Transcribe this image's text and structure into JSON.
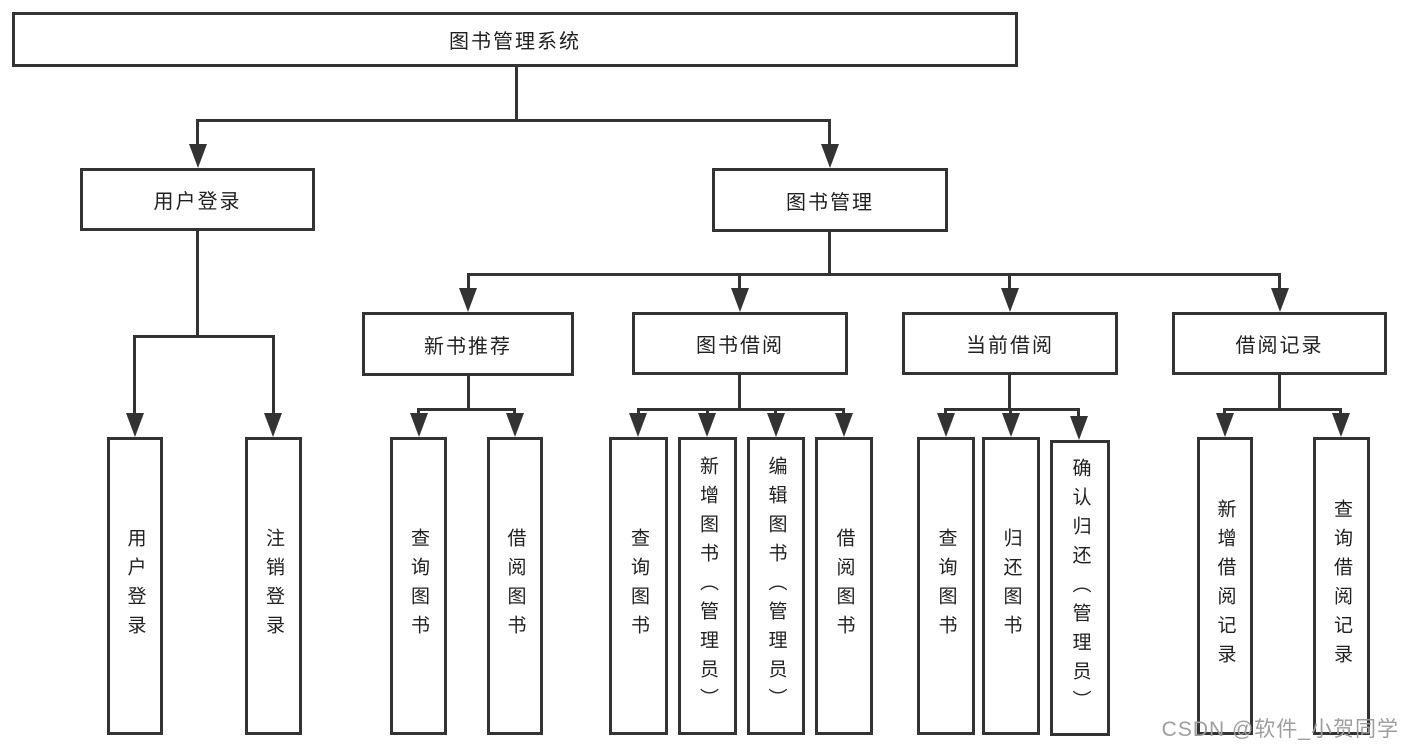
{
  "page": {
    "background": "#ffffff",
    "line_color": "#333333",
    "text_color": "#212121",
    "watermark": {
      "text": "CSDN @软件_小贺同学",
      "color": "#9e9e9e"
    }
  },
  "tree": {
    "root": {
      "id": "library-management-system",
      "label": "图书管理系统"
    },
    "level2": [
      {
        "id": "user-login",
        "label": "用户登录",
        "parent": "library-management-system"
      },
      {
        "id": "book-management",
        "label": "图书管理",
        "parent": "library-management-system"
      }
    ],
    "level3": [
      {
        "id": "new-book-recommend",
        "label": "新书推荐",
        "parent": "book-management"
      },
      {
        "id": "book-borrow",
        "label": "图书借阅",
        "parent": "book-management"
      },
      {
        "id": "current-borrow",
        "label": "当前借阅",
        "parent": "book-management"
      },
      {
        "id": "borrow-records",
        "label": "借阅记录",
        "parent": "book-management"
      }
    ],
    "leaves": [
      {
        "id": "user-login-leaf",
        "label": "用户登录",
        "parent": "user-login"
      },
      {
        "id": "logout",
        "label": "注销登录",
        "parent": "user-login"
      },
      {
        "id": "query-books-recommend",
        "label": "查询图书",
        "parent": "new-book-recommend"
      },
      {
        "id": "borrow-books-recommend",
        "label": "借阅图书",
        "parent": "new-book-recommend"
      },
      {
        "id": "query-books-borrow",
        "label": "查询图书",
        "parent": "book-borrow"
      },
      {
        "id": "add-book-admin",
        "label": "新增图书（管理员）",
        "parent": "book-borrow"
      },
      {
        "id": "edit-book-admin",
        "label": "编辑图书（管理员）",
        "parent": "book-borrow"
      },
      {
        "id": "borrow-books-borrow",
        "label": "借阅图书",
        "parent": "book-borrow"
      },
      {
        "id": "query-books-current",
        "label": "查询图书",
        "parent": "current-borrow"
      },
      {
        "id": "return-book",
        "label": "归还图书",
        "parent": "current-borrow"
      },
      {
        "id": "confirm-return-admin",
        "label": "确认归还（管理员）",
        "parent": "current-borrow"
      },
      {
        "id": "add-borrow-record",
        "label": "新增借阅记录",
        "parent": "borrow-records"
      },
      {
        "id": "query-borrow-record",
        "label": "查询借阅记录",
        "parent": "borrow-records"
      }
    ]
  }
}
